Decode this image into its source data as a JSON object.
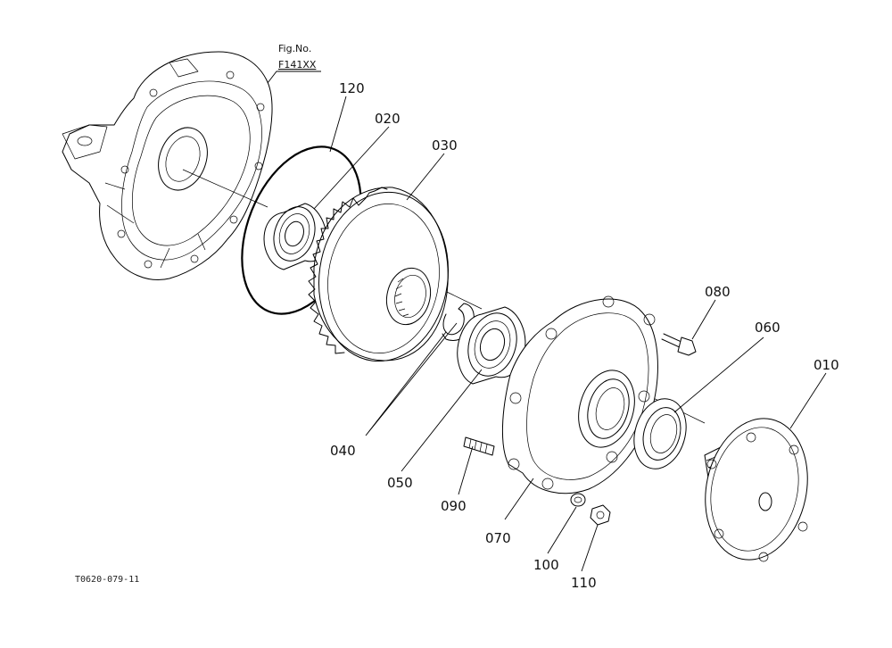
{
  "figure": {
    "label": "Fig.No.",
    "number": "F141XX"
  },
  "drawing_code": "T0620-079-11",
  "callouts": [
    "120",
    "020",
    "030",
    "080",
    "060",
    "010",
    "040",
    "050",
    "090",
    "070",
    "100",
    "110"
  ],
  "colors": {
    "line": "#000000",
    "background": "#ffffff"
  }
}
